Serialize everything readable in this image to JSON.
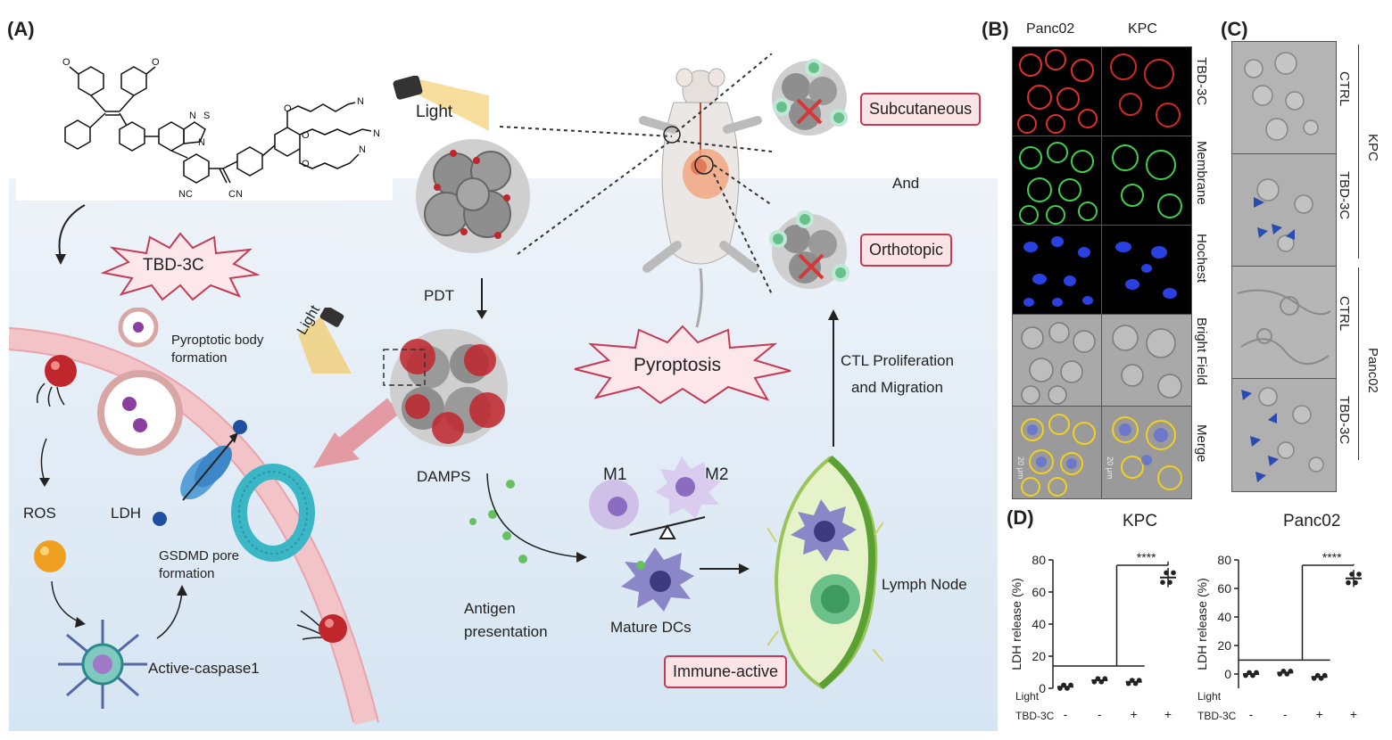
{
  "panelA": {
    "label": "(A)",
    "struct": {
      "ncn1": "NC",
      "ncn2": "CN",
      "sn": "N",
      "ss": "S",
      "sn2": "N"
    },
    "tbd_label": "TBD-3C",
    "light_top": "Light",
    "light_small": "Light",
    "pdt": "PDT",
    "pyroptotic_body": [
      "Pyroptotic body",
      "formation"
    ],
    "ros": "ROS",
    "ldh": "LDH",
    "gsdmd": [
      "GSDMD pore",
      "formation"
    ],
    "caspase": "Active-caspase1",
    "damps": "DAMPS",
    "antigen": [
      "Antigen",
      "presentation"
    ],
    "m1": "M1",
    "m2": "M2",
    "mature_dcs": "Mature DCs",
    "lymph": "Lymph Node",
    "immune": "Immune-active",
    "pyroptosis": "Pyroptosis",
    "ctl": [
      "CTL Proliferation",
      "and Migration"
    ],
    "subcutaneous": "Subcutaneous",
    "and": "And",
    "orthotopic": "Orthotopic"
  },
  "panelB": {
    "label": "(B)",
    "cols": [
      "Panc02",
      "KPC"
    ],
    "rows": [
      "TBD-3C",
      "Membrane",
      "Hochest",
      "Bright Field",
      "Merge"
    ],
    "scale": "20 μm"
  },
  "panelC": {
    "label": "(C)",
    "rows": [
      "CTRL",
      "TBD-3C",
      "CTRL",
      "TBD-3C"
    ],
    "groups": [
      "KPC",
      "Panc02"
    ]
  },
  "panelD": {
    "label": "(D)",
    "significance": "****",
    "row_labels": [
      "Light",
      "TBD-3C"
    ],
    "light_signs": [
      "-",
      "-",
      "+",
      "+"
    ],
    "tbd_signs": [
      "-",
      "+",
      "-",
      "+"
    ]
  },
  "chart_data": [
    {
      "type": "scatter",
      "title": "KPC",
      "ylabel": "LDH release (%)",
      "ylim": [
        0,
        80
      ],
      "yticks": [
        0,
        20,
        40,
        60,
        80
      ],
      "categories": [
        "Light- TBD-3C-",
        "Light- TBD-3C+",
        "Light+ TBD-3C-",
        "Light+ TBD-3C+"
      ],
      "values": [
        1,
        5,
        4,
        69
      ]
    },
    {
      "type": "scatter",
      "title": "Panc02",
      "ylabel": "LDH release (%)",
      "ylim": [
        -10,
        80
      ],
      "yticks": [
        0,
        20,
        40,
        60,
        80
      ],
      "categories": [
        "Light- TBD-3C-",
        "Light- TBD-3C+",
        "Light+ TBD-3C-",
        "Light+ TBD-3C+"
      ],
      "values": [
        0,
        1,
        -2,
        67
      ]
    }
  ],
  "colors": {
    "pink": "#c43b56",
    "bg_blue": "#dfe9f4",
    "red": "#c0272d",
    "teal": "#3ab6c6"
  }
}
